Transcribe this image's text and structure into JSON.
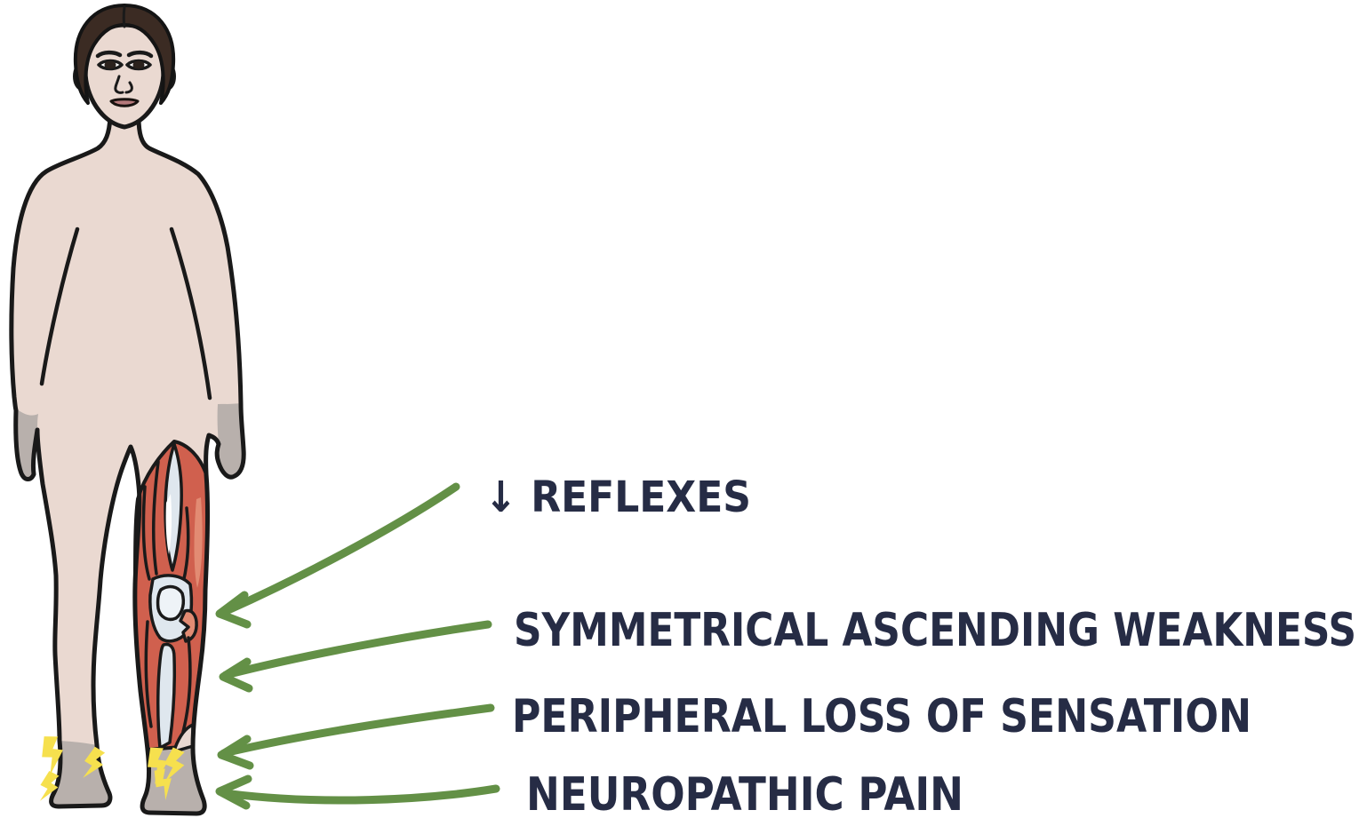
{
  "figure": {
    "labels": {
      "reflexes": "↓ REFLEXES",
      "weakness": "SYMMETRICAL ASCENDING WEAKNESS",
      "sensation": "PERIPHERAL LOSS OF SENSATION",
      "pain": "NEUROPATHIC PAIN"
    },
    "colors": {
      "background": "#ffffff",
      "skin": "#ead9d1",
      "outline": "#191919",
      "hair": "#3b2b23",
      "lips": "#b5797b",
      "glove_sock_gray": "#b8b0ac",
      "muscle_red": "#d0604e",
      "muscle_light": "#e28b73",
      "tendon": "#dfe7ee",
      "lightning_yellow": "#f6e04e",
      "arrow_green": "#639046",
      "text_navy": "#262c45"
    }
  }
}
